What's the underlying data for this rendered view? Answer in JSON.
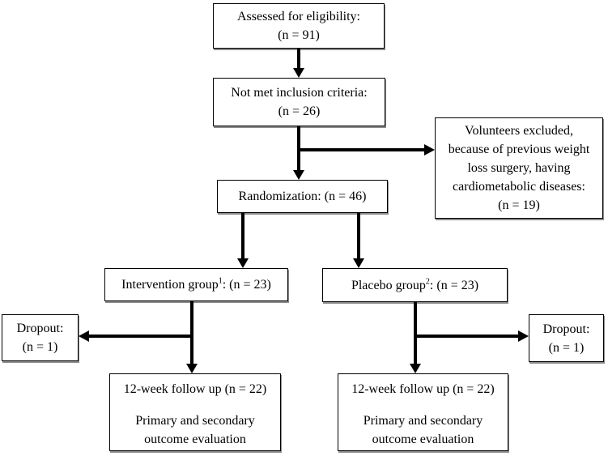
{
  "boxes": {
    "assessed": {
      "lines": [
        "Assessed for eligibility:",
        "(n = 91)"
      ]
    },
    "not_met": {
      "lines": [
        "Not met inclusion criteria:",
        "(n = 26)"
      ]
    },
    "excluded": {
      "lines": [
        "Volunteers excluded,",
        "because of previous weight",
        "loss surgery, having",
        "cardiometabolic diseases:",
        "(n = 19)"
      ]
    },
    "randomization": {
      "label": "Randomization: (n = 46)"
    },
    "intervention": {
      "name": "Intervention group",
      "sup": "1",
      "suffix": ": (n = 23)"
    },
    "placebo": {
      "name": "Placebo group",
      "sup": "2",
      "suffix": ": (n = 23)"
    },
    "dropout_left": {
      "lines": [
        "Dropout:",
        "(n = 1)"
      ]
    },
    "dropout_right": {
      "lines": [
        "Dropout:",
        "(n = 1)"
      ]
    },
    "followup_left": {
      "header": "12-week follow up (n = 22)",
      "body": [
        "Primary and secondary",
        "outcome evaluation"
      ]
    },
    "followup_right": {
      "header": "12-week follow up (n = 22)",
      "body": [
        "Primary and secondary",
        "outcome evaluation"
      ]
    }
  },
  "colors": {
    "arrow": "#000000",
    "border": "#000000",
    "shadow": "#8c8c8c",
    "background": "#ffffff",
    "text": "#000000"
  }
}
